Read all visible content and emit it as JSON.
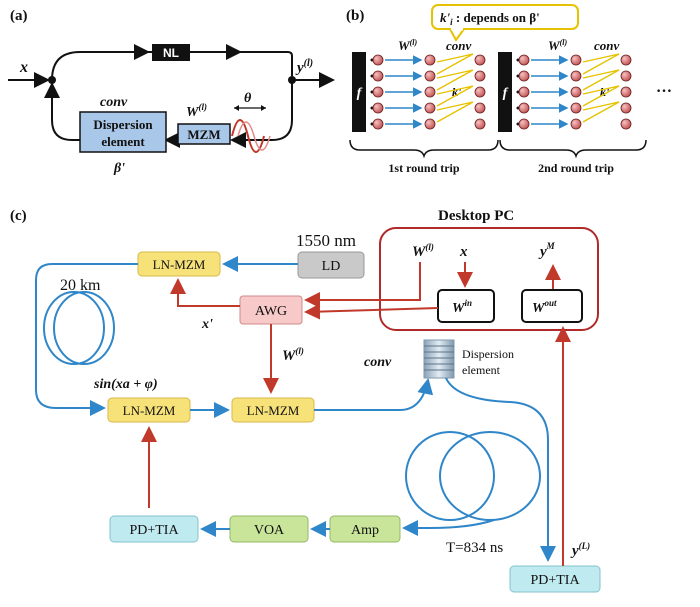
{
  "panel_a": {
    "label": "(a)",
    "input": "x",
    "output": "y",
    "output_sup": "(l)",
    "nl_label": "NL",
    "conv": "conv",
    "dispersion_line1": "Dispersion",
    "dispersion_line2": "element",
    "beta": "β'",
    "weight": "W",
    "weight_sup": "(l)",
    "mzm": "MZM",
    "theta": "θ"
  },
  "panel_b": {
    "label": "(b)",
    "callout": "k'",
    "callout_sub": "i",
    "callout_rest": " : depends on β'",
    "f1": "f",
    "f2": "f",
    "weight1": "W",
    "weight1_sup": "(l)",
    "conv1": "conv",
    "weight2": "W",
    "weight2_sup": "(l)",
    "conv2": "conv",
    "k1": "k'",
    "k2": "k'",
    "ellipsis": "…",
    "trip1": "1st round trip",
    "trip2": "2nd round trip"
  },
  "panel_c": {
    "label": "(c)",
    "desktop_pc": "Desktop PC",
    "wavelength": "1550 nm",
    "ld": "LD",
    "lnmzm_top": "LN-MZM",
    "km": "20 km",
    "awg": "AWG",
    "xprime": "x'",
    "w_pc": "W",
    "w_pc_sup": "(l)",
    "x_pc": "x",
    "yM": "y",
    "yM_sup": "M",
    "win": "W",
    "win_sup": "in",
    "wout": "W",
    "wout_sup": "out",
    "w_awg": "W",
    "w_awg_sup": "(l)",
    "conv": "conv",
    "disp1": "Dispersion",
    "disp2": "element",
    "sin_label": "sin(xa + φ)",
    "lnmzm_left": "LN-MZM",
    "lnmzm_mid": "LN-MZM",
    "pdtia_left": "PD+TIA",
    "voa": "VOA",
    "amp": "Amp",
    "delay": "T=834 ns",
    "yL": "y",
    "yL_sup": "(L)",
    "pdtia_right": "PD+TIA"
  },
  "colors": {
    "red": "#c0392b",
    "blue": "#2f86c8",
    "yellow_box": "#f7e27a",
    "green_box": "#c9e59a",
    "cyan_box": "#bfeaf0",
    "gray_box": "#c9c9c9",
    "blue_box": "#a9c7e8",
    "pink_box": "#f7c9c9",
    "dark_red_border": "#b02a2a"
  }
}
